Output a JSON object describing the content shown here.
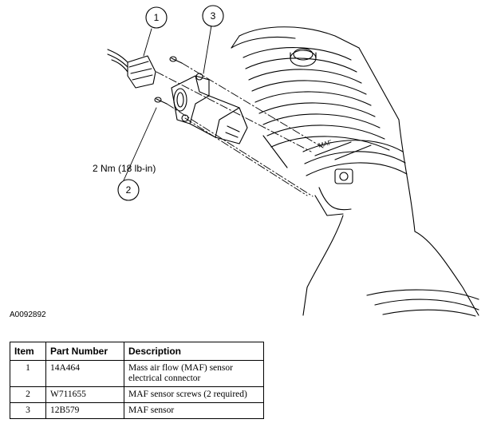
{
  "callouts": [
    {
      "number": "1"
    },
    {
      "number": "2"
    },
    {
      "number": "3"
    }
  ],
  "torque_spec": "2 Nm (18 lb-in)",
  "figure_id": "A0092892",
  "housing_marking": "MAF",
  "table": {
    "headers": [
      "Item",
      "Part Number",
      "Description"
    ],
    "rows": [
      {
        "item": "1",
        "part_number": "14A464",
        "description": "Mass air flow (MAF) sensor electrical connector"
      },
      {
        "item": "2",
        "part_number": "W711655",
        "description": "MAF sensor screws (2 required)"
      },
      {
        "item": "3",
        "part_number": "12B579",
        "description": "MAF sensor"
      }
    ]
  }
}
